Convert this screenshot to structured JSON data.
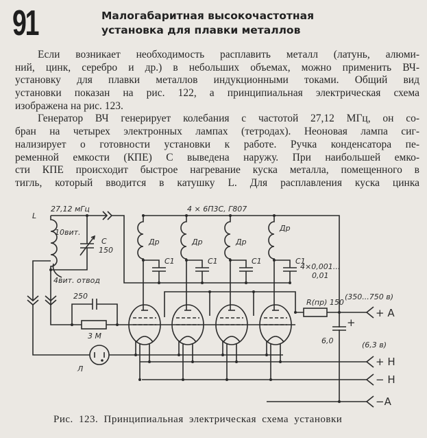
{
  "header": {
    "number": "91",
    "title_lines": [
      "Малогабаритная высокочастотная",
      "установка для плавки металлов"
    ]
  },
  "body_lines": [
    "Если возникает необходимость расплавить металл (латунь, алюми-",
    "ний, цинк, серебро и др.) в небольших объемах, можно применить ВЧ-",
    "установку для плавки металлов индукционными токами. Общий вид",
    "установки показан на рис. 122, а принципиальная электрическая схема",
    "изображена на рис. 123.",
    "Генератор ВЧ генерирует колебания с частотой 27,12 МГц, он со-",
    "бран на четырех электронных лампах (тетродах). Неоновая лампа сиг-",
    "нализирует о готовности установки к работе. Ручка конденсатора пе-",
    "ременной емкости (КПЕ) C выведена наружу. При наибольшей емко-",
    "сти КПЕ происходит быстрое нагревание куска металла, помещенного в",
    "тигль, который вводится в катушку L. Для расплавления куска цинка"
  ],
  "diagram": {
    "coil": "L",
    "frequency": "27,12 мГц",
    "coil_turns": "10вит.",
    "cap_name": "C",
    "cap_value": "150",
    "tap": "4вит. отвод",
    "tubes": "4 × 6П3С, Г807",
    "choke": "Др",
    "c1": "C1",
    "c1_value_1": "4×0,001...",
    "c1_value_2": "0,01",
    "grid_cap": "250",
    "grid_res": "3 М",
    "lamp": "Л",
    "r_limit": "R(пр) 150",
    "filter_cap": "6,0",
    "plus_sign": "+",
    "anode_voltage": "(350...750 в)",
    "heater_voltage": "(6,3 в)",
    "terminals": [
      "+ A",
      "+ H",
      "− H",
      "−A"
    ]
  },
  "caption": "Рис. 123. Принципиальная электрическая схема установки"
}
